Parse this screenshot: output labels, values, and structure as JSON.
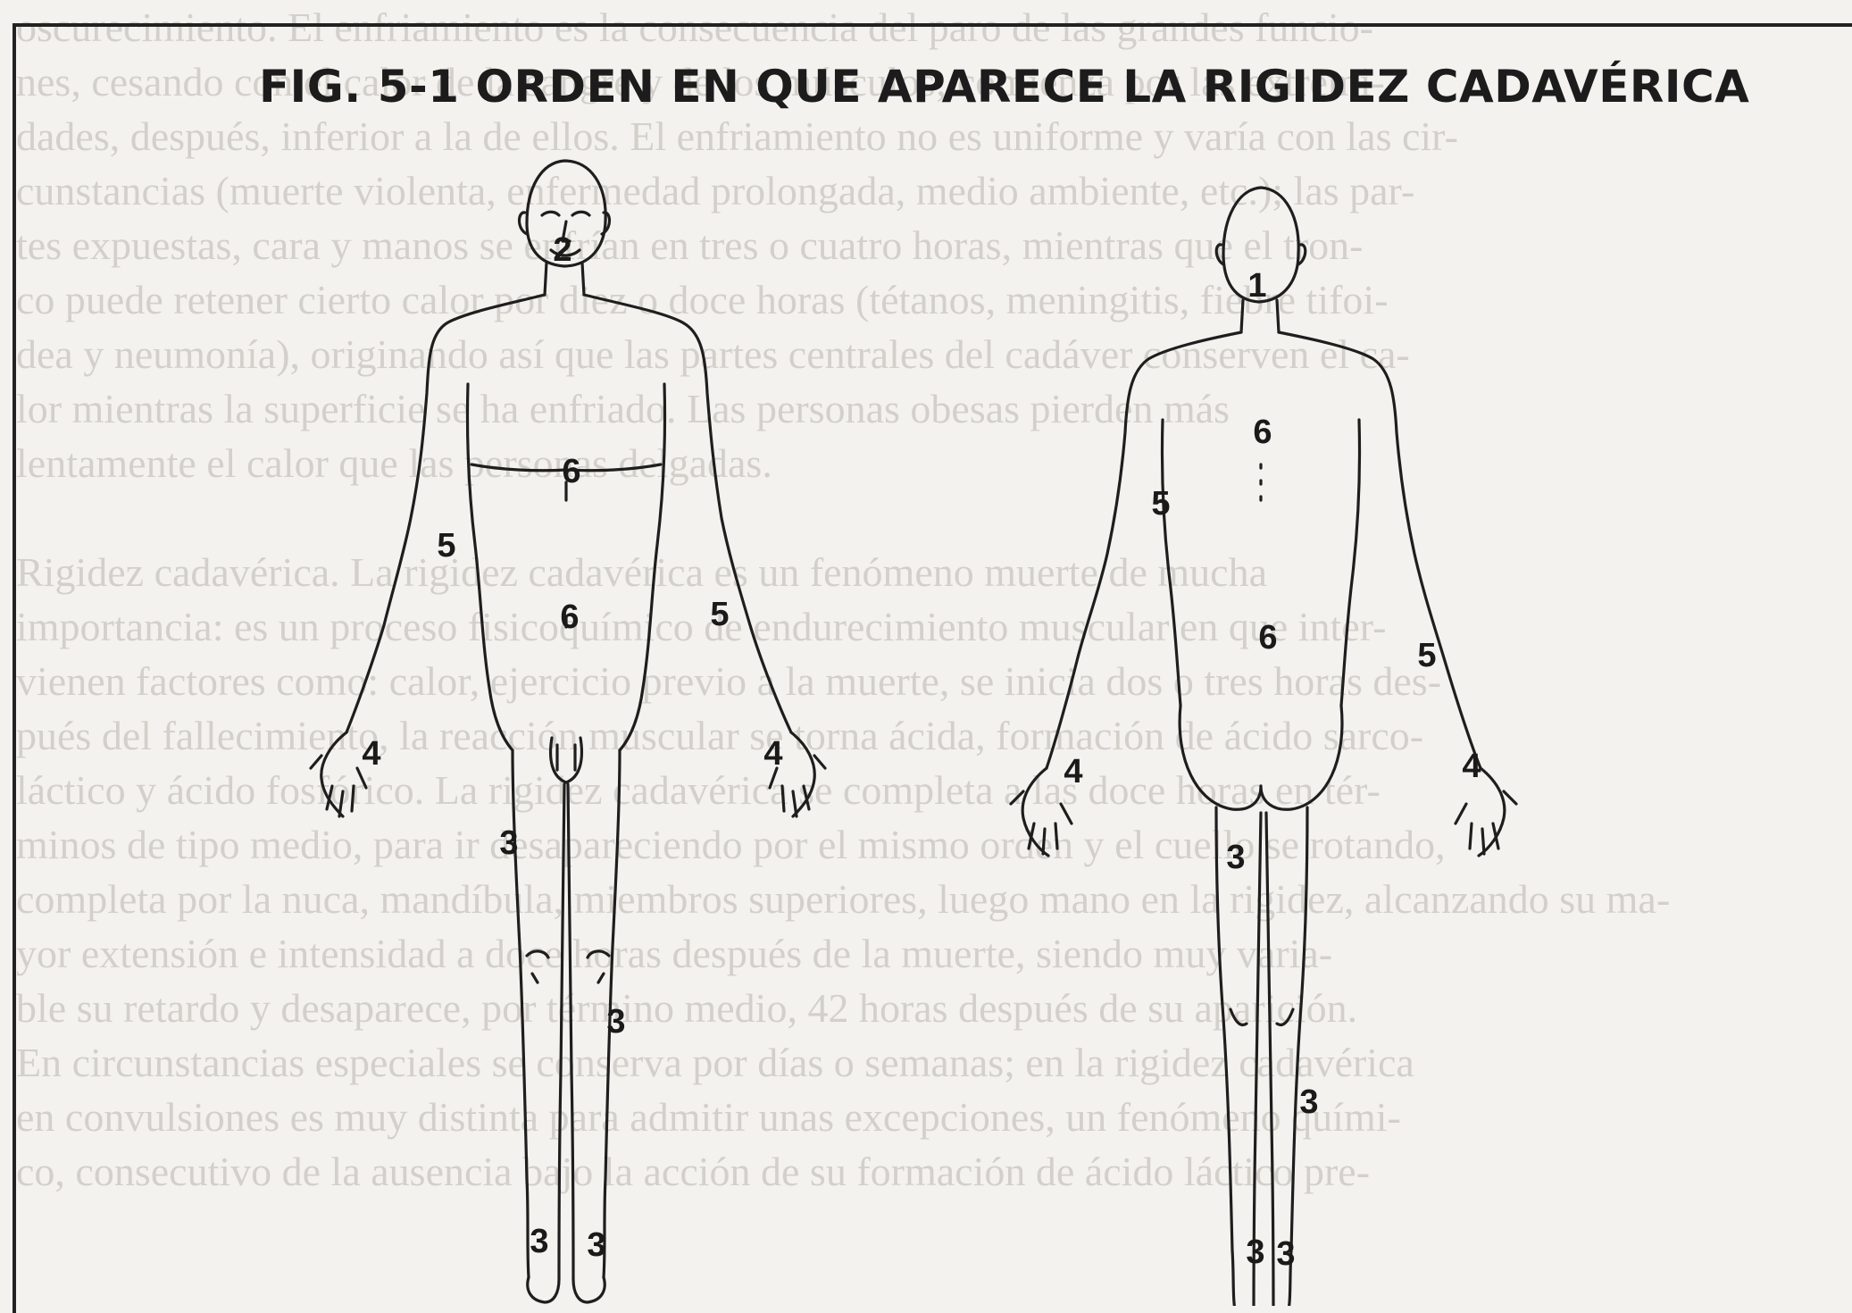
{
  "figure": {
    "title": "FIG. 5-1 ORDEN EN QUE APARECE LA RIGIDEZ CADAVÉRICA",
    "front_labels": [
      "2",
      "6",
      "5",
      "5",
      "6",
      "4",
      "4",
      "3",
      "3",
      "3",
      "3"
    ],
    "back_labels": [
      "1",
      "6",
      "5",
      "6",
      "5",
      "4",
      "4",
      "3",
      "3",
      "3",
      "3"
    ]
  },
  "bleed_text": [
    "oscurecimiento. El enfriamiento es la consecuencia del paro de las grandes funcio-",
    "nes, cesando con el calor de la sangre y de los músculos; comienza por las extremi-",
    "dades, después, inferior a la de ellos. El enfriamiento no es uniforme y varía con las cir-",
    "cunstancias (muerte violenta, enfermedad prolongada, medio ambiente, etc.); las par-",
    "tes expuestas, cara y manos se enfrían en tres o cuatro horas, mientras que el tron-",
    "co puede retener cierto calor por diez o doce horas (tétanos, meningitis, fiebre tifoi-",
    "dea y neumonía), originando así que las partes centrales del cadáver conserven el ca-",
    "lor mientras la superficie se ha enfriado. Las personas obesas pierden más",
    "lentamente el calor que las personas delgadas.",
    "",
    "Rigidez cadavérica. La rigidez cadavérica es un fenómeno muerte de mucha",
    "importancia: es un proceso fisicoquímico de endurecimiento muscular en que inter-",
    "vienen factores como: calor, ejercicio previo a la muerte, se inicia dos o tres horas des-",
    "pués del fallecimiento, la reacción muscular se torna ácida, formación de ácido sarco-",
    "láctico y ácido fosfórico. La rigidez cadavérica se completa a las doce horas en tér-",
    "minos de tipo medio, para ir desapareciendo por el mismo orden y el cuello se rotando,",
    "completa por la nuca, mandíbula, miembros superiores, luego mano en la rigidez, alcanzando su ma-",
    "yor extensión e intensidad a doce horas después de la muerte, siendo muy varia-",
    "ble su retardo y desaparece, por término medio, 42 horas después de su aparición.",
    "En circunstancias especiales se conserva por días o semanas; en la rigidez cadavérica",
    "en convulsiones es muy distinta para admitir unas excepciones, un fenómeno quími-",
    "co, consecutivo de la ausencia bajo la acción de su formación de ácido láctico pre-"
  ]
}
